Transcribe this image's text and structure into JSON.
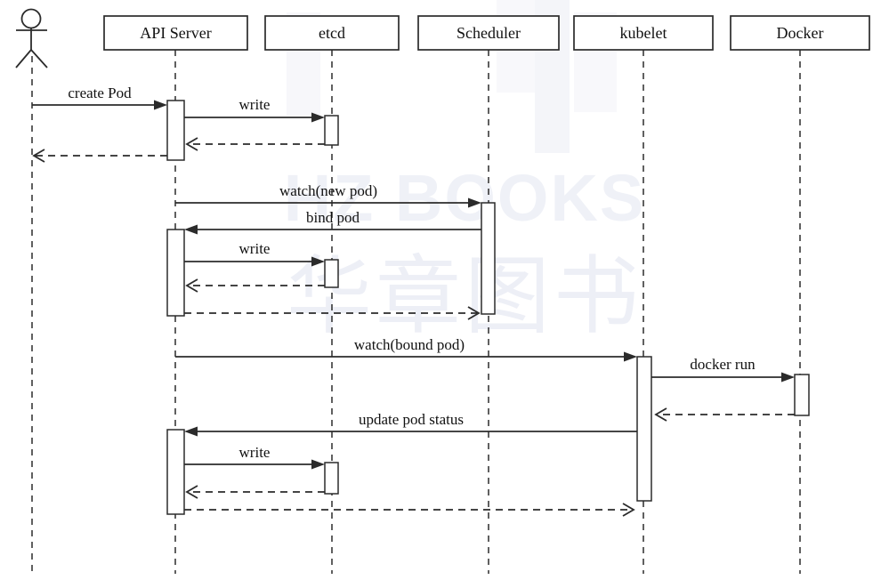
{
  "diagram": {
    "type": "uml-sequence",
    "subject": "Kubernetes pod creation flow",
    "participants": [
      {
        "id": "user",
        "kind": "actor",
        "label": ""
      },
      {
        "id": "api-server",
        "kind": "object",
        "label": "API Server"
      },
      {
        "id": "etcd",
        "kind": "object",
        "label": "etcd"
      },
      {
        "id": "scheduler",
        "kind": "object",
        "label": "Scheduler"
      },
      {
        "id": "kubelet",
        "kind": "object",
        "label": "kubelet"
      },
      {
        "id": "docker",
        "kind": "object",
        "label": "Docker"
      }
    ],
    "messages": [
      {
        "label": "create Pod",
        "from": "user",
        "to": "api-server",
        "style": "solid"
      },
      {
        "label": "write",
        "from": "api-server",
        "to": "etcd",
        "style": "solid"
      },
      {
        "label": "",
        "from": "etcd",
        "to": "api-server",
        "style": "dashed-return"
      },
      {
        "label": "",
        "from": "api-server",
        "to": "user",
        "style": "dashed-return"
      },
      {
        "label": "watch(new pod)",
        "from": "api-server",
        "to": "scheduler",
        "style": "solid"
      },
      {
        "label": "bind pod",
        "from": "scheduler",
        "to": "api-server",
        "style": "solid"
      },
      {
        "label": "write",
        "from": "api-server",
        "to": "etcd",
        "style": "solid"
      },
      {
        "label": "",
        "from": "etcd",
        "to": "api-server",
        "style": "dashed-return"
      },
      {
        "label": "",
        "from": "api-server",
        "to": "scheduler",
        "style": "dashed-return"
      },
      {
        "label": "watch(bound pod)",
        "from": "api-server",
        "to": "kubelet",
        "style": "solid"
      },
      {
        "label": "docker run",
        "from": "kubelet",
        "to": "docker",
        "style": "solid"
      },
      {
        "label": "",
        "from": "docker",
        "to": "kubelet",
        "style": "dashed-return"
      },
      {
        "label": "update pod status",
        "from": "kubelet",
        "to": "api-server",
        "style": "solid"
      },
      {
        "label": "write",
        "from": "api-server",
        "to": "etcd",
        "style": "solid"
      },
      {
        "label": "",
        "from": "etcd",
        "to": "api-server",
        "style": "dashed-return"
      },
      {
        "label": "",
        "from": "api-server",
        "to": "kubelet",
        "style": "dashed-return"
      }
    ]
  },
  "watermark": {
    "brand_text": "HZ BOOKS",
    "brand_cjk": "华章图书"
  },
  "colors": {
    "line": "#2b2b2b",
    "background": "#ffffff",
    "watermark_text": "#eff1f7"
  }
}
